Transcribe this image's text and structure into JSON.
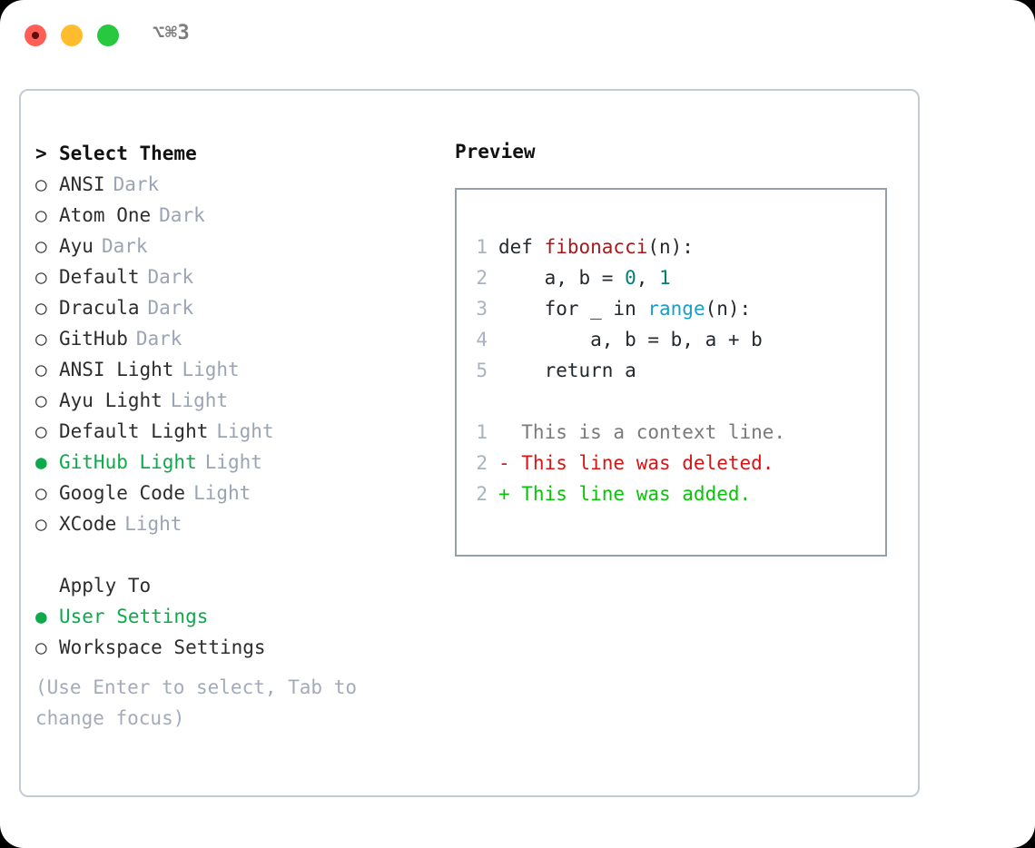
{
  "titlebar": {
    "shortcut": "⌥⌘3",
    "buttons": [
      {
        "name": "close",
        "color": "#ff5f57"
      },
      {
        "name": "minimize",
        "color": "#ffbd2e"
      },
      {
        "name": "maximize",
        "color": "#28c840"
      }
    ]
  },
  "theme_section": {
    "prefix": ">",
    "heading": "Select Theme",
    "items": [
      {
        "bullet": "○",
        "label": "ANSI",
        "type": "Dark",
        "selected": false
      },
      {
        "bullet": "○",
        "label": "Atom One",
        "type": "Dark",
        "selected": false
      },
      {
        "bullet": "○",
        "label": "Ayu",
        "type": "Dark",
        "selected": false
      },
      {
        "bullet": "○",
        "label": "Default",
        "type": "Dark",
        "selected": false
      },
      {
        "bullet": "○",
        "label": "Dracula",
        "type": "Dark",
        "selected": false
      },
      {
        "bullet": "○",
        "label": "GitHub",
        "type": "Dark",
        "selected": false
      },
      {
        "bullet": "○",
        "label": "ANSI Light",
        "type": "Light",
        "selected": false
      },
      {
        "bullet": "○",
        "label": "Ayu Light",
        "type": "Light",
        "selected": false
      },
      {
        "bullet": "○",
        "label": "Default Light",
        "type": "Light",
        "selected": false
      },
      {
        "bullet": "●",
        "label": "GitHub Light",
        "type": "Light",
        "selected": true
      },
      {
        "bullet": "○",
        "label": "Google Code",
        "type": "Light",
        "selected": false
      },
      {
        "bullet": "○",
        "label": "XCode",
        "type": "Light",
        "selected": false
      }
    ]
  },
  "apply_section": {
    "heading": "Apply To",
    "items": [
      {
        "bullet": "●",
        "label": "User Settings",
        "selected": true
      },
      {
        "bullet": "○",
        "label": "Workspace Settings",
        "selected": false
      }
    ]
  },
  "help_text": "(Use Enter to select, Tab to change focus)",
  "preview": {
    "title": "Preview",
    "code_lines": [
      {
        "num": "1",
        "tokens": [
          {
            "t": "def ",
            "c": "plain"
          },
          {
            "t": "fibonacci",
            "c": "fn"
          },
          {
            "t": "(n):",
            "c": "plain"
          }
        ]
      },
      {
        "num": "2",
        "tokens": [
          {
            "t": "    a, b = ",
            "c": "plain"
          },
          {
            "t": "0",
            "c": "num"
          },
          {
            "t": ", ",
            "c": "plain"
          },
          {
            "t": "1",
            "c": "num"
          }
        ]
      },
      {
        "num": "3",
        "tokens": [
          {
            "t": "    for _ in ",
            "c": "plain"
          },
          {
            "t": "range",
            "c": "builtin"
          },
          {
            "t": "(n):",
            "c": "plain"
          }
        ]
      },
      {
        "num": "4",
        "tokens": [
          {
            "t": "        a, b = b, a + b",
            "c": "plain"
          }
        ]
      },
      {
        "num": "5",
        "tokens": [
          {
            "t": "    return a",
            "c": "plain"
          }
        ]
      }
    ],
    "diff_lines": [
      {
        "num": "1",
        "tokens": [
          {
            "t": "  This is a context line.",
            "c": "ctx"
          }
        ]
      },
      {
        "num": "2",
        "tokens": [
          {
            "t": "- This line was deleted.",
            "c": "del"
          }
        ]
      },
      {
        "num": "2",
        "tokens": [
          {
            "t": "+ This line was added.",
            "c": "add"
          }
        ]
      }
    ]
  },
  "colors": {
    "accent_green": "#0caa4a",
    "muted_blue_gray": "#9aa4b6",
    "panel_border": "#c4cad6",
    "code_border": "#95a0ae",
    "function_red": "#a31b1b",
    "number_teal": "#067d77",
    "builtin_blue": "#1a9ec9",
    "diff_delete": "#d81414",
    "diff_add": "#09c309"
  }
}
